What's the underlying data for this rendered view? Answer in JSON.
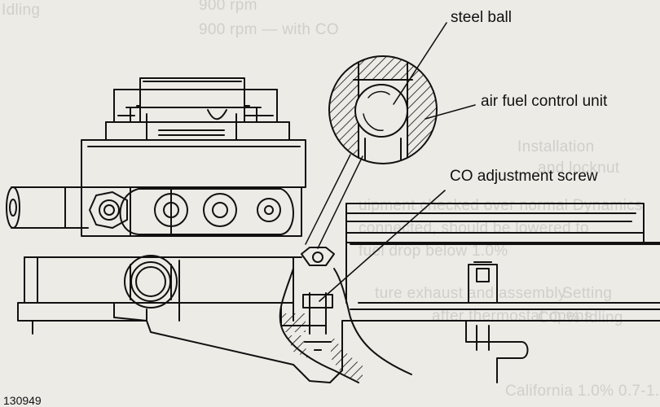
{
  "labels": {
    "steel_ball": "steel ball",
    "air_fuel_control_unit": "air fuel control unit",
    "co_adjustment_screw": "CO adjustment screw"
  },
  "figure_number": "130949"
}
